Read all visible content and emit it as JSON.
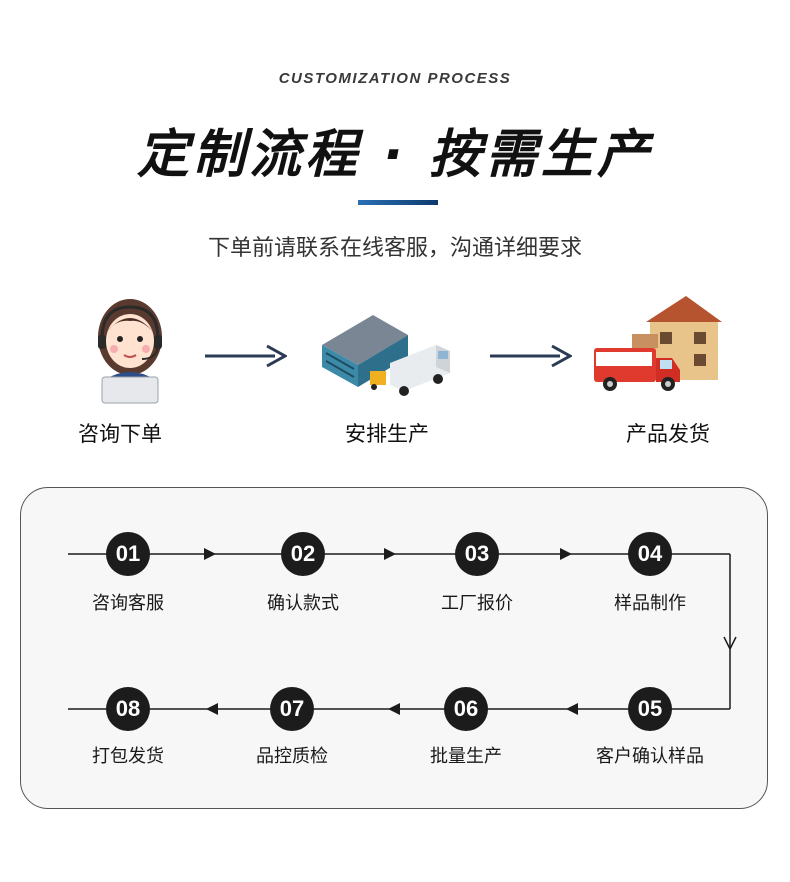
{
  "header": {
    "subtitle_en": "CUSTOMIZATION PROCESS",
    "title": "定制流程 · 按需生产",
    "intro": "下单前请联系在线客服，沟通详细要求"
  },
  "overview_steps": [
    {
      "label": "咨询下单",
      "icon": "customer-service-icon"
    },
    {
      "label": "安排生产",
      "icon": "factory-truck-icon"
    },
    {
      "label": "产品发货",
      "icon": "delivery-house-icon"
    }
  ],
  "process_steps": [
    {
      "num": "01",
      "label": "咨询客服"
    },
    {
      "num": "02",
      "label": "确认款式"
    },
    {
      "num": "03",
      "label": "工厂报价"
    },
    {
      "num": "04",
      "label": "样品制作"
    },
    {
      "num": "05",
      "label": "客户确认样品"
    },
    {
      "num": "06",
      "label": "批量生产"
    },
    {
      "num": "07",
      "label": "品控质检"
    },
    {
      "num": "08",
      "label": "打包发货"
    }
  ],
  "colors": {
    "accent": "#1f5fa5",
    "circle": "#1c1c1c",
    "arrow": "#2b3a55"
  }
}
